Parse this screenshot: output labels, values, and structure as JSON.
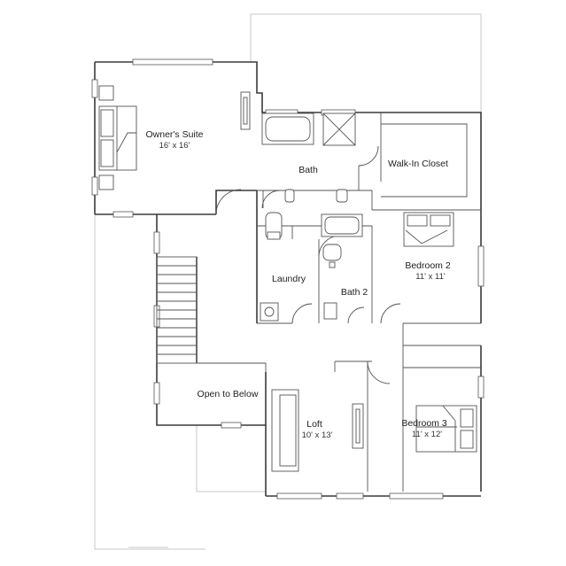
{
  "plan": {
    "rooms": [
      {
        "name": "Owner's Suite",
        "size": "16' x 16'"
      },
      {
        "name": "Bath",
        "size": ""
      },
      {
        "name": "Walk-In Closet",
        "size": ""
      },
      {
        "name": "Bedroom 2",
        "size": "11' x 11'"
      },
      {
        "name": "Laundry",
        "size": ""
      },
      {
        "name": "Bath 2",
        "size": ""
      },
      {
        "name": "Open to Below",
        "size": ""
      },
      {
        "name": "Loft",
        "size": "10' x 13'"
      },
      {
        "name": "Bedroom 3",
        "size": "11' x 12'"
      }
    ]
  }
}
